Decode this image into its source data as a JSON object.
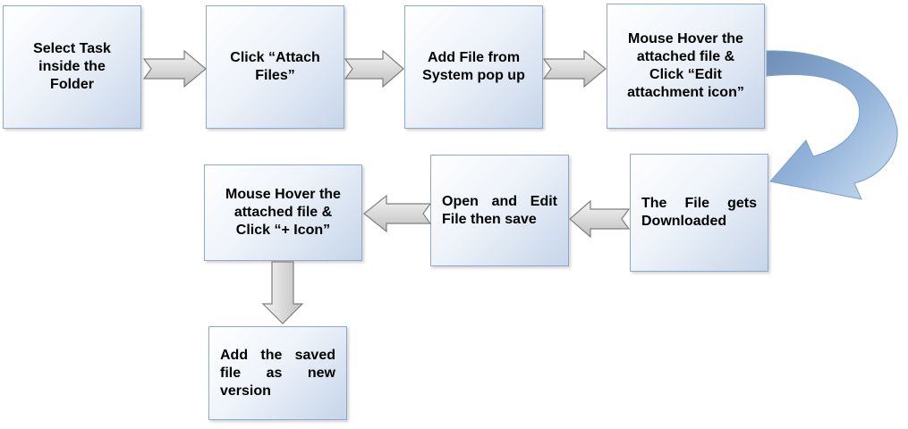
{
  "steps": [
    {
      "id": "select-task",
      "text": "Select Task\ninside the\nFolder"
    },
    {
      "id": "click-attach-files",
      "text": "Click “Attach\nFiles”"
    },
    {
      "id": "add-file",
      "text": "Add File from\nSystem pop up"
    },
    {
      "id": "mouse-hover-edit",
      "text": "Mouse Hover the\nattached file &\nClick “Edit\nattachment icon”"
    },
    {
      "id": "file-downloaded",
      "text": "The File gets Downloaded"
    },
    {
      "id": "open-edit-save",
      "text": "Open and Edit File then save"
    },
    {
      "id": "mouse-hover-plus",
      "text": "Mouse Hover the\nattached file &\nClick “+ Icon”"
    },
    {
      "id": "add-saved-version",
      "text": "Add the saved file as new version"
    }
  ],
  "colors": {
    "box_border": "#8ea9c9",
    "arrow_fill": "#d9d9d9",
    "arrow_stroke": "#7f7f7f",
    "curved_arrow": "#7fa3cf"
  }
}
